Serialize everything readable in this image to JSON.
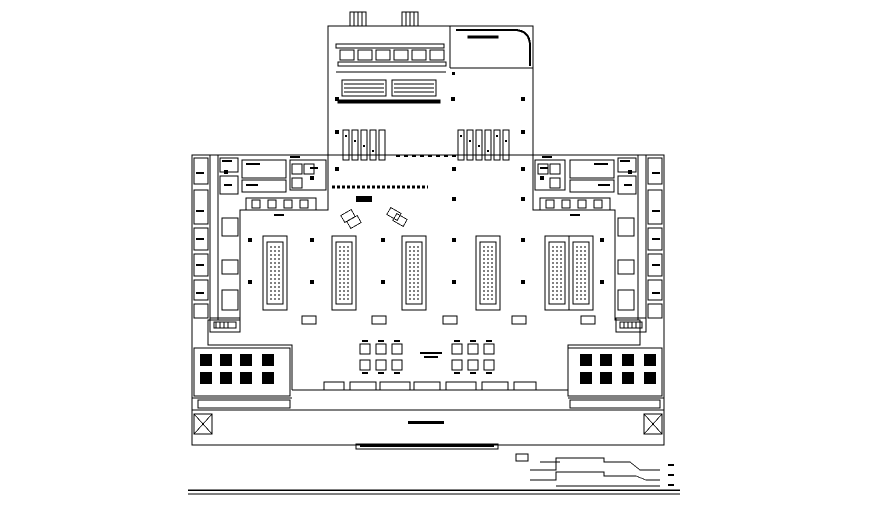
{
  "drawing": {
    "background_color": "#ffffff",
    "line_color": "#000000",
    "fill_color": "#000000",
    "elements": [
      "site-outline",
      "north-wing",
      "main-hall",
      "escalator-bank",
      "west-wing",
      "east-wing",
      "south-dining-west",
      "south-dining-east",
      "forecourt",
      "site-section"
    ]
  }
}
